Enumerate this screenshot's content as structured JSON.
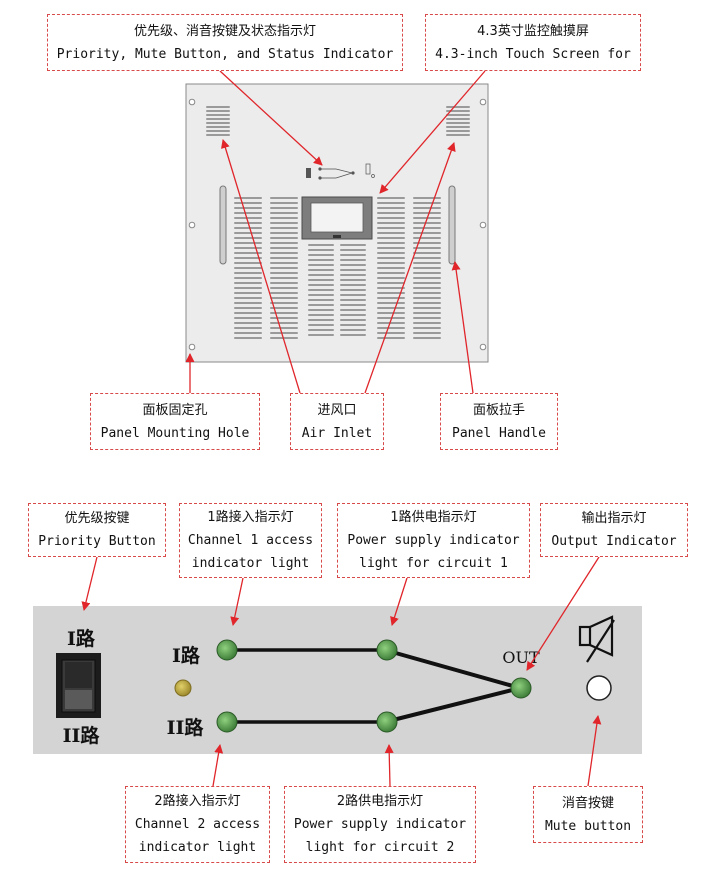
{
  "top": {
    "callouts": {
      "priority": {
        "zh": "优先级、消音按键及状态指示灯",
        "en": "Priority, Mute Button, and Status Indicator"
      },
      "touch": {
        "zh": "4.3英寸监控触摸屏",
        "en": "4.3-inch Touch Screen for"
      },
      "mount": {
        "zh": "面板固定孔",
        "en": "Panel Mounting Hole"
      },
      "air": {
        "zh": "进风口",
        "en": "Air Inlet"
      },
      "handle": {
        "zh": "面板拉手",
        "en": "Panel Handle"
      }
    }
  },
  "bottom": {
    "callouts": {
      "priority_btn": {
        "zh": "优先级按键",
        "en": "Priority Button"
      },
      "ch1": {
        "zh": "1路接入指示灯",
        "en1": "Channel 1 access",
        "en2": "indicator light"
      },
      "ps1": {
        "zh": "1路供电指示灯",
        "en1": "Power supply indicator",
        "en2": "light for circuit 1"
      },
      "out": {
        "zh": "输出指示灯",
        "en": "Output Indicator"
      },
      "ch2": {
        "zh": "2路接入指示灯",
        "en1": "Channel 2 access",
        "en2": "indicator light"
      },
      "ps2": {
        "zh": "2路供电指示灯",
        "en1": "Power supply indicator",
        "en2": "light for circuit 2"
      },
      "mute": {
        "zh": "消音按键",
        "en": "Mute button"
      }
    },
    "labels": {
      "route1_switch": "I路",
      "route2_switch": "II路",
      "route1": "I路",
      "route2": "II路",
      "out": "OUT"
    }
  },
  "colors": {
    "callout_border": "#d84a4a",
    "arrow": "#e0262b",
    "panel": "#d4d4d4",
    "led": "#4e9a48",
    "led_dim": "#b9a640"
  }
}
